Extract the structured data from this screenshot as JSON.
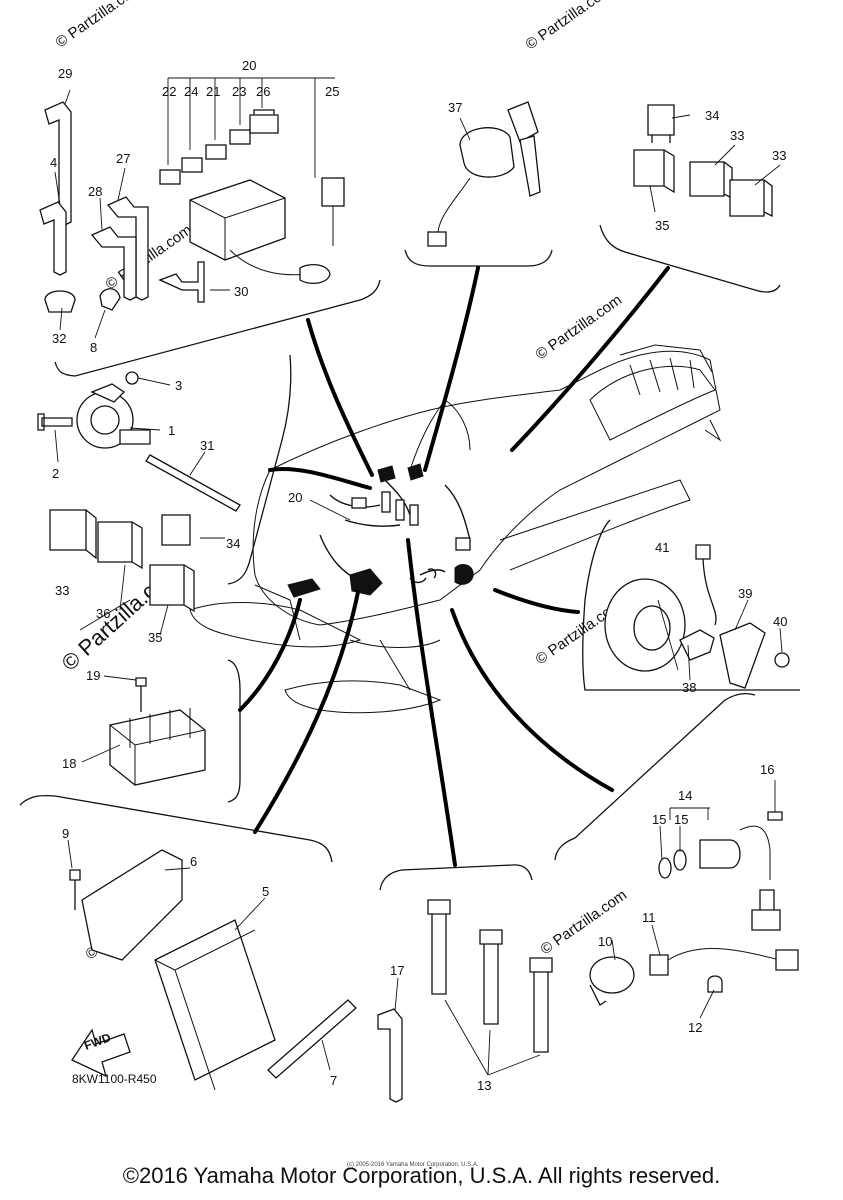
{
  "callouts": [
    {
      "label": "1"
    },
    {
      "label": "2"
    },
    {
      "label": "3"
    },
    {
      "label": "4"
    },
    {
      "label": "5"
    },
    {
      "label": "6"
    },
    {
      "label": "7"
    },
    {
      "label": "8"
    },
    {
      "label": "9"
    },
    {
      "label": "10"
    },
    {
      "label": "11"
    },
    {
      "label": "12"
    },
    {
      "label": "13"
    },
    {
      "label": "14"
    },
    {
      "label": "15"
    },
    {
      "label": "15"
    },
    {
      "label": "16"
    },
    {
      "label": "17"
    },
    {
      "label": "18"
    },
    {
      "label": "19"
    },
    {
      "label": "20"
    },
    {
      "label": "20"
    },
    {
      "label": "21"
    },
    {
      "label": "22"
    },
    {
      "label": "23"
    },
    {
      "label": "24"
    },
    {
      "label": "25"
    },
    {
      "label": "26"
    },
    {
      "label": "27"
    },
    {
      "label": "28"
    },
    {
      "label": "29"
    },
    {
      "label": "30"
    },
    {
      "label": "31"
    },
    {
      "label": "32"
    },
    {
      "label": "33"
    },
    {
      "label": "33"
    },
    {
      "label": "33"
    },
    {
      "label": "34"
    },
    {
      "label": "34"
    },
    {
      "label": "35"
    },
    {
      "label": "35"
    },
    {
      "label": "36"
    },
    {
      "label": "37"
    },
    {
      "label": "38"
    },
    {
      "label": "39"
    },
    {
      "label": "40"
    },
    {
      "label": "41"
    }
  ],
  "fwd_label": "FWD",
  "reference_code": "8KW1100-R450",
  "watermark": "© Partzilla.com",
  "tiny_note": "(c) 2005-2016 Yamaha Motor Corporation, U.S.A.",
  "copyright": "©2016 Yamaha Motor Corporation, U.S.A. All rights reserved."
}
